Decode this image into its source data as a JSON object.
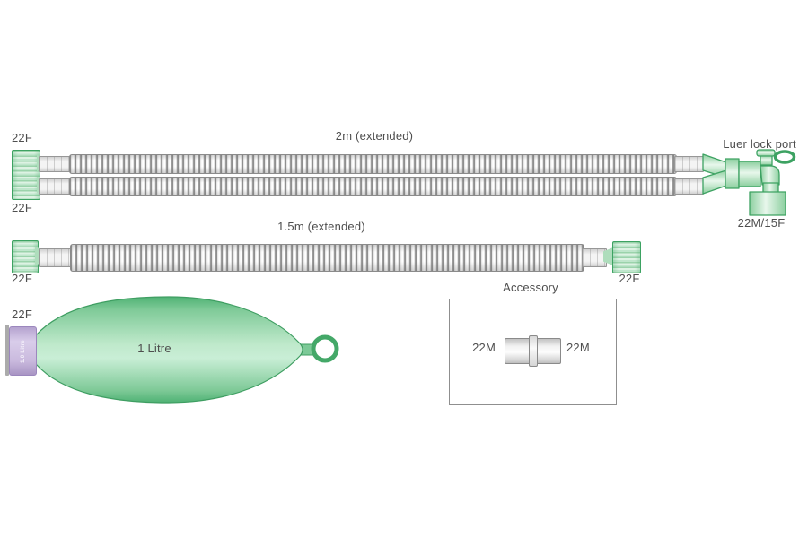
{
  "diagram": {
    "circuit_2m": {
      "length_label": "2m (extended)",
      "left_top_label": "22F",
      "left_bottom_label": "22F",
      "luer_port_label": "Luer lock port",
      "right_connector_label": "22M/15F"
    },
    "circuit_15m": {
      "length_label": "1.5m (extended)",
      "left_label": "22F",
      "right_label": "22F"
    },
    "bag": {
      "connector_label": "22F",
      "volume_label": "1 Litre",
      "cuff_label": "1.0 Litre"
    },
    "accessory": {
      "title": "Accessory",
      "left_label": "22M",
      "right_label": "22M"
    },
    "colors": {
      "green_stroke": "#3da262",
      "green_fill_light": "#ddf2e3",
      "bag_center": "#c9eed6",
      "purple_cuff": "#cabade",
      "tube_stroke": "#8f8f8f",
      "label_text": "#4e4e4e"
    }
  }
}
